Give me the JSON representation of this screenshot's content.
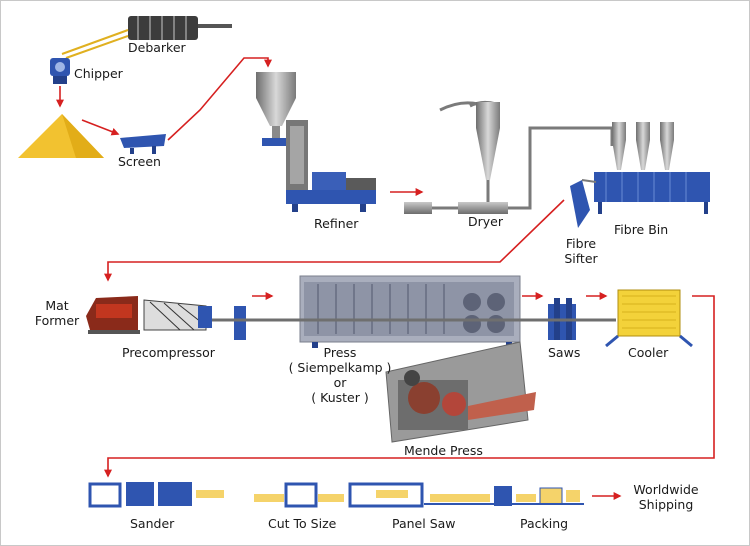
{
  "labels": {
    "debarker": "Debarker",
    "chipper": "Chipper",
    "screen": "Screen",
    "refiner": "Refiner",
    "dryer": "Dryer",
    "fibre_sifter_line1": "Fibre",
    "fibre_sifter_line2": "Sifter",
    "fibre_bin": "Fibre Bin",
    "mat_former_line1": "Mat",
    "mat_former_line2": "Former",
    "precompressor": "Precompressor",
    "press": "Press",
    "press_siempelkamp": "( Siempelkamp )",
    "press_or": "or",
    "press_kuster": "( Kuster )",
    "mende_press": "Mende Press",
    "saws": "Saws",
    "cooler": "Cooler",
    "sander": "Sander",
    "cut_to_size": "Cut To Size",
    "panel_saw": "Panel Saw",
    "packing": "Packing",
    "worldwide_line1": "Worldwide",
    "worldwide_line2": "Shipping"
  },
  "colors": {
    "flow_arrow": "#d62020",
    "machine_blue": "#2f55b0",
    "steel_grey": "#8c8c8c",
    "chip_yellow": "#f2c230",
    "panel_yellow": "#f5d36a",
    "conveyor_pipe": "#7a7a7a"
  },
  "icons": [
    "debarker-icon",
    "chipper-icon",
    "chip-pile-icon",
    "screen-icon",
    "refiner-icon",
    "dryer-icon",
    "fibre-sifter-icon",
    "fibre-bin-icon",
    "mat-former-icon",
    "precompressor-icon",
    "press-icon",
    "saws-icon",
    "cooler-icon",
    "mende-press-icon",
    "sander-icon",
    "cut-to-size-icon",
    "panel-saw-icon",
    "packing-icon"
  ]
}
